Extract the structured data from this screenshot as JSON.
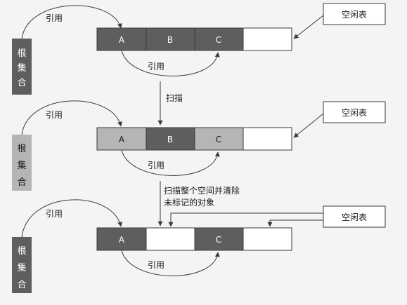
{
  "labels": {
    "root_set": "根集合",
    "reference": "引用",
    "free_list": "空闲表",
    "scan": "扫描",
    "scan_clear_line1": "扫描整个空间并清除",
    "scan_clear_line2": "未标记的对象"
  },
  "objects": {
    "a": "A",
    "b": "B",
    "c": "C"
  },
  "colors": {
    "dark": "#5e5e5e",
    "light": "#b5b5b5",
    "empty": "#ffffff",
    "line": "#3a3a3a",
    "background": "#f4f4f4"
  }
}
